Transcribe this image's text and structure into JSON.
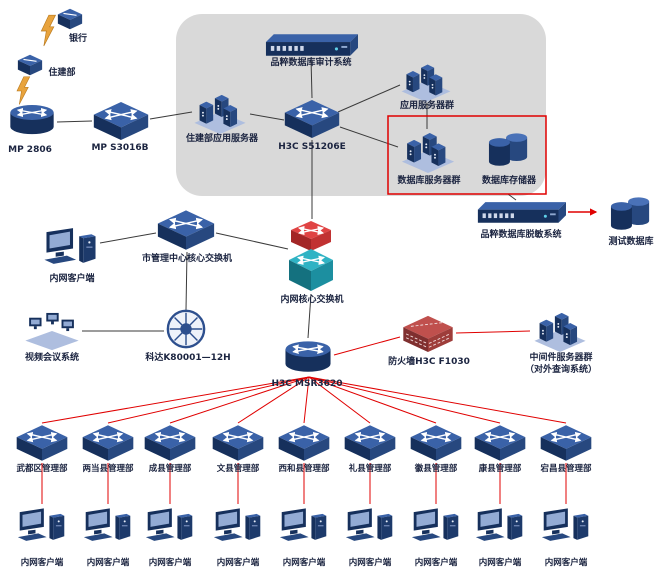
{
  "nodes": {
    "bank": "银行",
    "mohurd": "住建部",
    "mp2806": "MP 2806",
    "mps3016b": "MP S3016B",
    "audit_system": "品粹数据库审计系统",
    "housing_app_server": "住建部应用服务器",
    "s51206e": "H3C S51206E",
    "app_server_cluster": "应用服务器群",
    "db_server_cluster": "数据库服务器群",
    "db_storage": "数据库存储器",
    "desensitization_system": "品粹数据库脱敏系统",
    "test_db": "测试数据库",
    "city_core_switch": "市管理中心核心交换机",
    "intranet_core_switch": "内网核心交换机",
    "video_conference": "视频会议系统",
    "keda_mcu": "科达K80001—12H",
    "msr3620": "H3C MSR3620",
    "firewall": "防火墙H3C F1030",
    "middleware_cluster_line1": "中间件服务器群",
    "middleware_cluster_line2": "（对外查询系统）"
  },
  "branches": [
    "武都区管理部",
    "两当县管理部",
    "成县管理部",
    "文县管理部",
    "西和县管理部",
    "礼县管理部",
    "徽县管理部",
    "康县管理部",
    "宕昌县管理部"
  ],
  "client_label": "内网客户端",
  "colors": {
    "highlight_red": "#e00000",
    "zone_gray": "#d9d9d9",
    "device_navy": "#16305c",
    "device_blue": "#3a62a8",
    "core_teal": "#2fb3c4",
    "bolt_orange": "#e8a33d"
  }
}
